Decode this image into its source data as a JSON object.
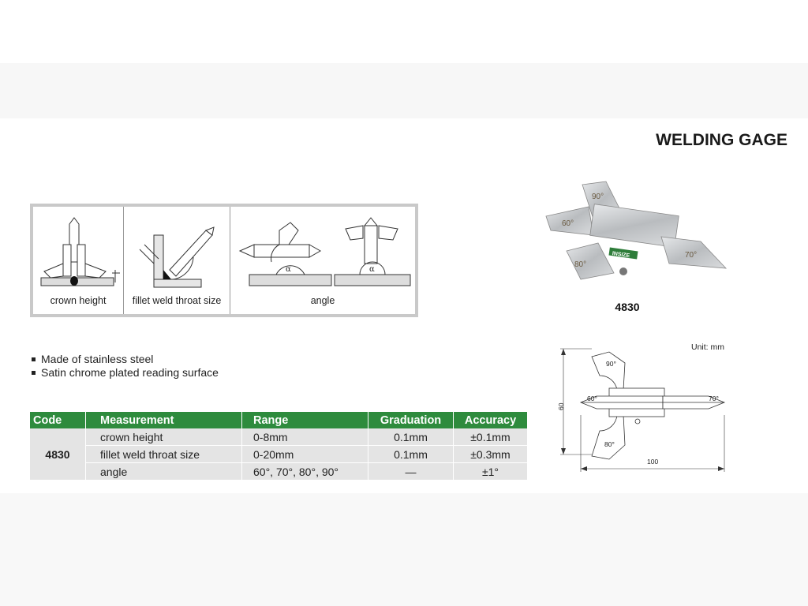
{
  "title": "WELDING GAGE",
  "illustrations": [
    {
      "caption": "crown height"
    },
    {
      "caption": "fillet weld throat size"
    },
    {
      "caption": "angle",
      "symbol": "α"
    }
  ],
  "features": [
    "Made of stainless steel",
    "Satin chrome plated reading surface"
  ],
  "spec_table": {
    "headers": [
      "Code",
      "Measurement",
      "Range",
      "Graduation",
      "Accuracy"
    ],
    "code": "4830",
    "rows": [
      {
        "measurement": "crown height",
        "range": "0-8mm",
        "graduation": "0.1mm",
        "accuracy": "±0.1mm"
      },
      {
        "measurement": "fillet weld throat size",
        "range": "0-20mm",
        "graduation": "0.1mm",
        "accuracy": "±0.3mm"
      },
      {
        "measurement": "angle",
        "range": "60°, 70°, 80°, 90°",
        "graduation": "—",
        "accuracy": "±1°"
      }
    ]
  },
  "photo": {
    "caption": "4830",
    "angle_marks": [
      "90°",
      "60°",
      "80°",
      "70°"
    ],
    "brand": "INSIZE"
  },
  "drawing": {
    "unit_label": "Unit: mm",
    "width_dim": "100",
    "height_dim": "60",
    "angle_labels": [
      "90°",
      "60°",
      "70°",
      "80°"
    ]
  },
  "colors": {
    "header_green": "#2e8b3d",
    "cell_gray": "#e4e4e4",
    "steel": "#c8cacc"
  }
}
